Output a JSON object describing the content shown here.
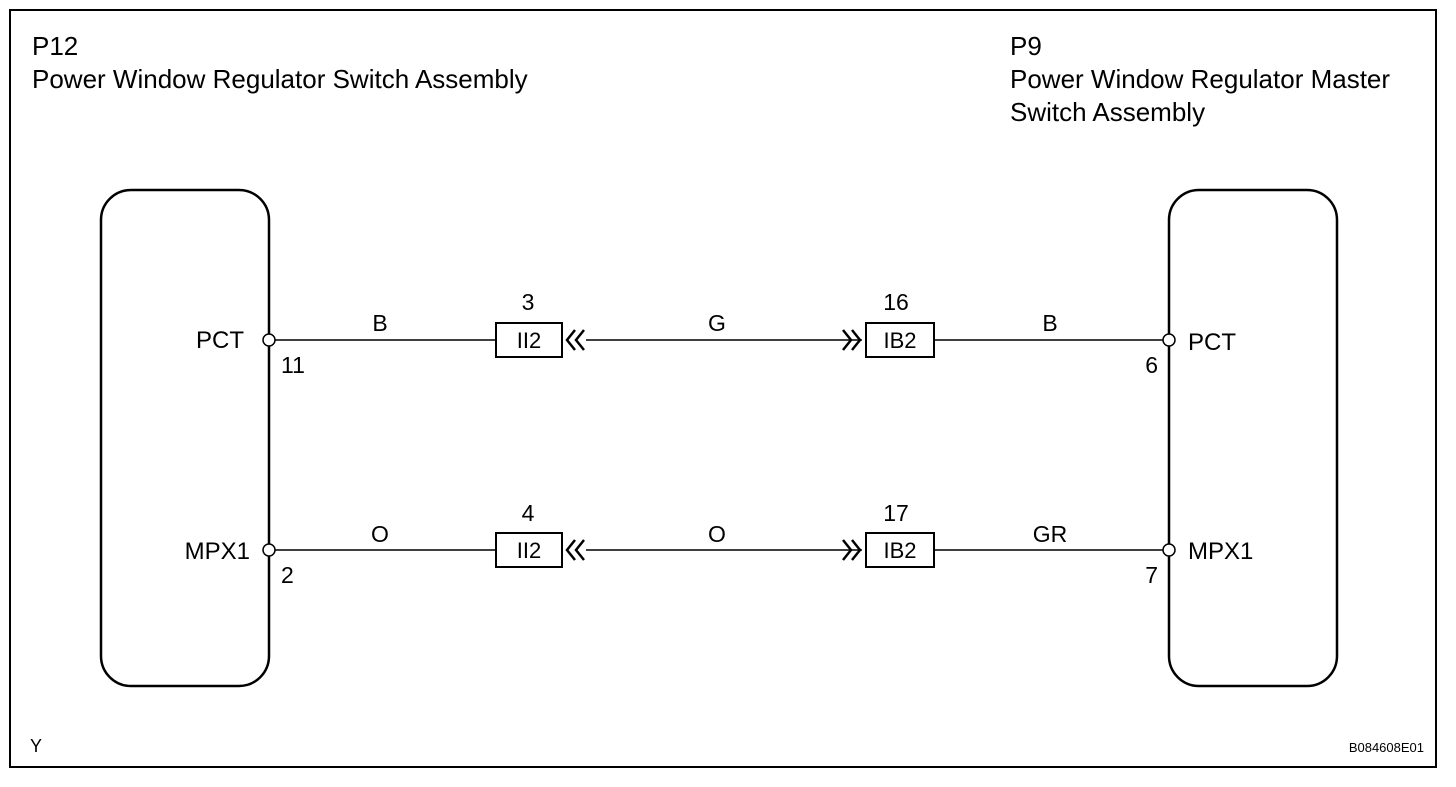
{
  "left_component": {
    "code": "P12",
    "name": "Power Window Regulator Switch Assembly",
    "pins": [
      {
        "name": "PCT",
        "number": "11"
      },
      {
        "name": "MPX1",
        "number": "2"
      }
    ]
  },
  "right_component": {
    "code": "P9",
    "name_line1": "Power Window Regulator Master",
    "name_line2": "Switch Assembly",
    "pins": [
      {
        "name": "PCT",
        "number": "6"
      },
      {
        "name": "MPX1",
        "number": "7"
      }
    ]
  },
  "circuits": [
    {
      "left_wire_color": "B",
      "left_connector": {
        "label": "II2",
        "pin": "3"
      },
      "middle_wire_color": "G",
      "right_connector": {
        "label": "IB2",
        "pin": "16"
      },
      "right_wire_color": "B"
    },
    {
      "left_wire_color": "O",
      "left_connector": {
        "label": "II2",
        "pin": "4"
      },
      "middle_wire_color": "O",
      "right_connector": {
        "label": "IB2",
        "pin": "17"
      },
      "right_wire_color": "GR"
    }
  ],
  "footer": {
    "corner_mark": "Y",
    "figure_code": "B084608E01"
  }
}
